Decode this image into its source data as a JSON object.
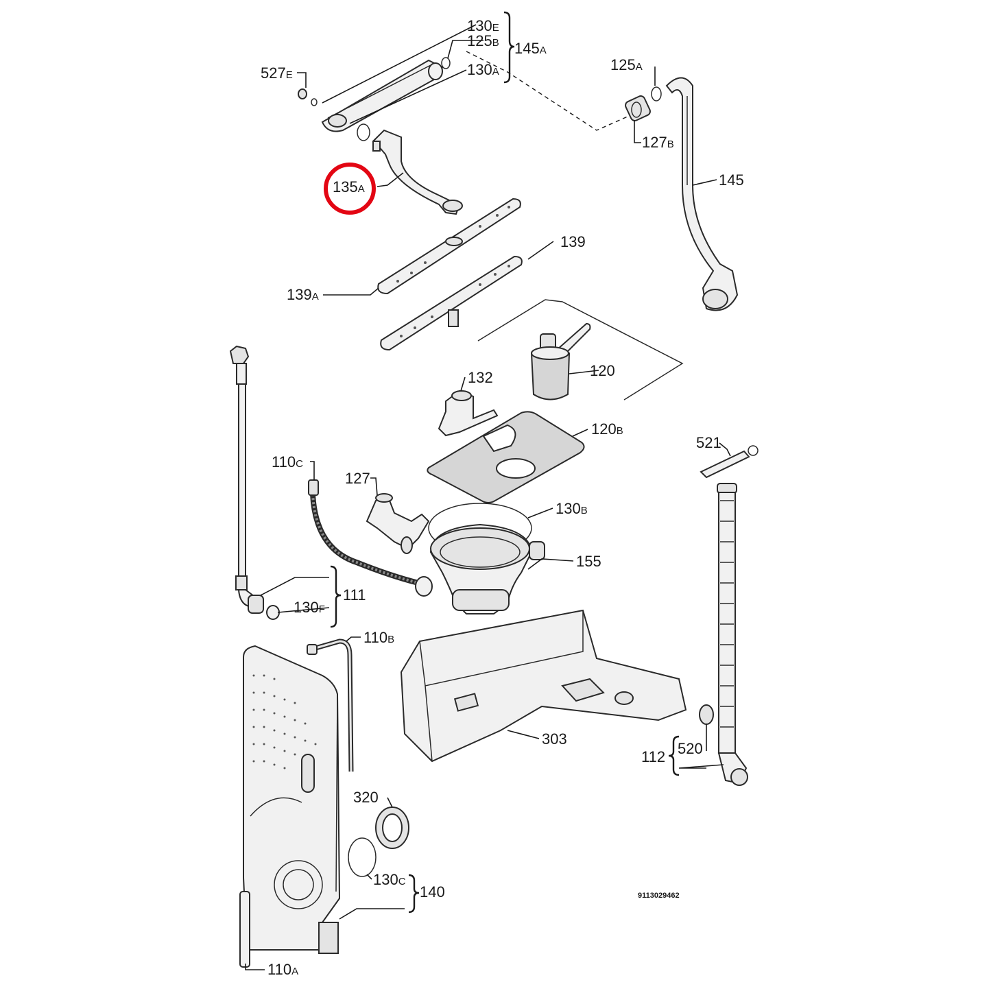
{
  "diagram_code": "9113029462",
  "highlight_color": "#e30613",
  "labels": {
    "l130E": {
      "num": "130",
      "sub": "E"
    },
    "l125B": {
      "num": "125",
      "sub": "B"
    },
    "l130A": {
      "num": "130",
      "sub": "A"
    },
    "l145A": {
      "num": "145",
      "sub": "A"
    },
    "l527E": {
      "num": "527",
      "sub": "E"
    },
    "l125A": {
      "num": "125",
      "sub": "A"
    },
    "l127B": {
      "num": "127",
      "sub": "B"
    },
    "l145": {
      "num": "145",
      "sub": ""
    },
    "l135A": {
      "num": "135",
      "sub": "A"
    },
    "l139": {
      "num": "139",
      "sub": ""
    },
    "l139A": {
      "num": "139",
      "sub": "A"
    },
    "l120": {
      "num": "120",
      "sub": ""
    },
    "l132": {
      "num": "132",
      "sub": ""
    },
    "l120B": {
      "num": "120",
      "sub": "B"
    },
    "l521": {
      "num": "521",
      "sub": ""
    },
    "l110C": {
      "num": "110",
      "sub": "C"
    },
    "l127": {
      "num": "127",
      "sub": ""
    },
    "l130B": {
      "num": "130",
      "sub": "B"
    },
    "l155": {
      "num": "155",
      "sub": ""
    },
    "l130F": {
      "num": "130",
      "sub": "F"
    },
    "l111": {
      "num": "111",
      "sub": ""
    },
    "l110B": {
      "num": "110",
      "sub": "B"
    },
    "l303": {
      "num": "303",
      "sub": ""
    },
    "l112": {
      "num": "112",
      "sub": ""
    },
    "l520": {
      "num": "520",
      "sub": ""
    },
    "l320": {
      "num": "320",
      "sub": ""
    },
    "l130C": {
      "num": "130",
      "sub": "C"
    },
    "l140": {
      "num": "140",
      "sub": ""
    },
    "l110A": {
      "num": "110",
      "sub": "A"
    }
  }
}
